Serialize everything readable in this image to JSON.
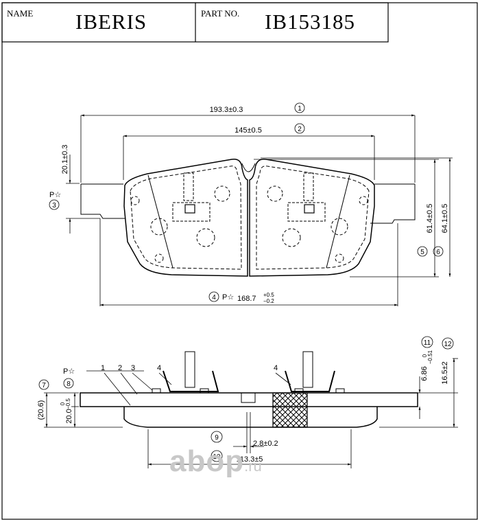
{
  "header": {
    "name_label": "NAME",
    "name_value": "IBERIS",
    "part_label": "PART NO.",
    "part_value": "IB153185"
  },
  "dims": {
    "d1": "193.3±0.3",
    "d2": "145±0.5",
    "d3": "20.1±0.3",
    "d4_main": "168.7",
    "d4_tol_up": "+0.5",
    "d4_tol_dn": "−0.2",
    "d5": "61.4±0.5",
    "d6": "64.1±0.5",
    "d7": "(20.6)",
    "d8": "20.0",
    "d8_tol_up": "0",
    "d8_tol_dn": "−0.5",
    "d9": "2.8±0.2",
    "d10": "113.3±5",
    "d11": "6.86",
    "d11_tol_up": "0",
    "d11_tol_dn": "−0.51",
    "d12": "16.5±2"
  },
  "callouts": {
    "c1": "1",
    "c2": "2",
    "c3": "3",
    "c4": "4",
    "c5": "5",
    "c6": "6",
    "c7": "7",
    "c8": "8",
    "c9": "9",
    "c10": "10",
    "c11": "11",
    "c12": "12"
  },
  "part_labels": {
    "p1": "1",
    "p2": "2",
    "p3": "3",
    "p4a": "4",
    "p4b": "4"
  },
  "p_star": "P☆",
  "watermark": {
    "main": "abop",
    "suffix": ".ru"
  }
}
